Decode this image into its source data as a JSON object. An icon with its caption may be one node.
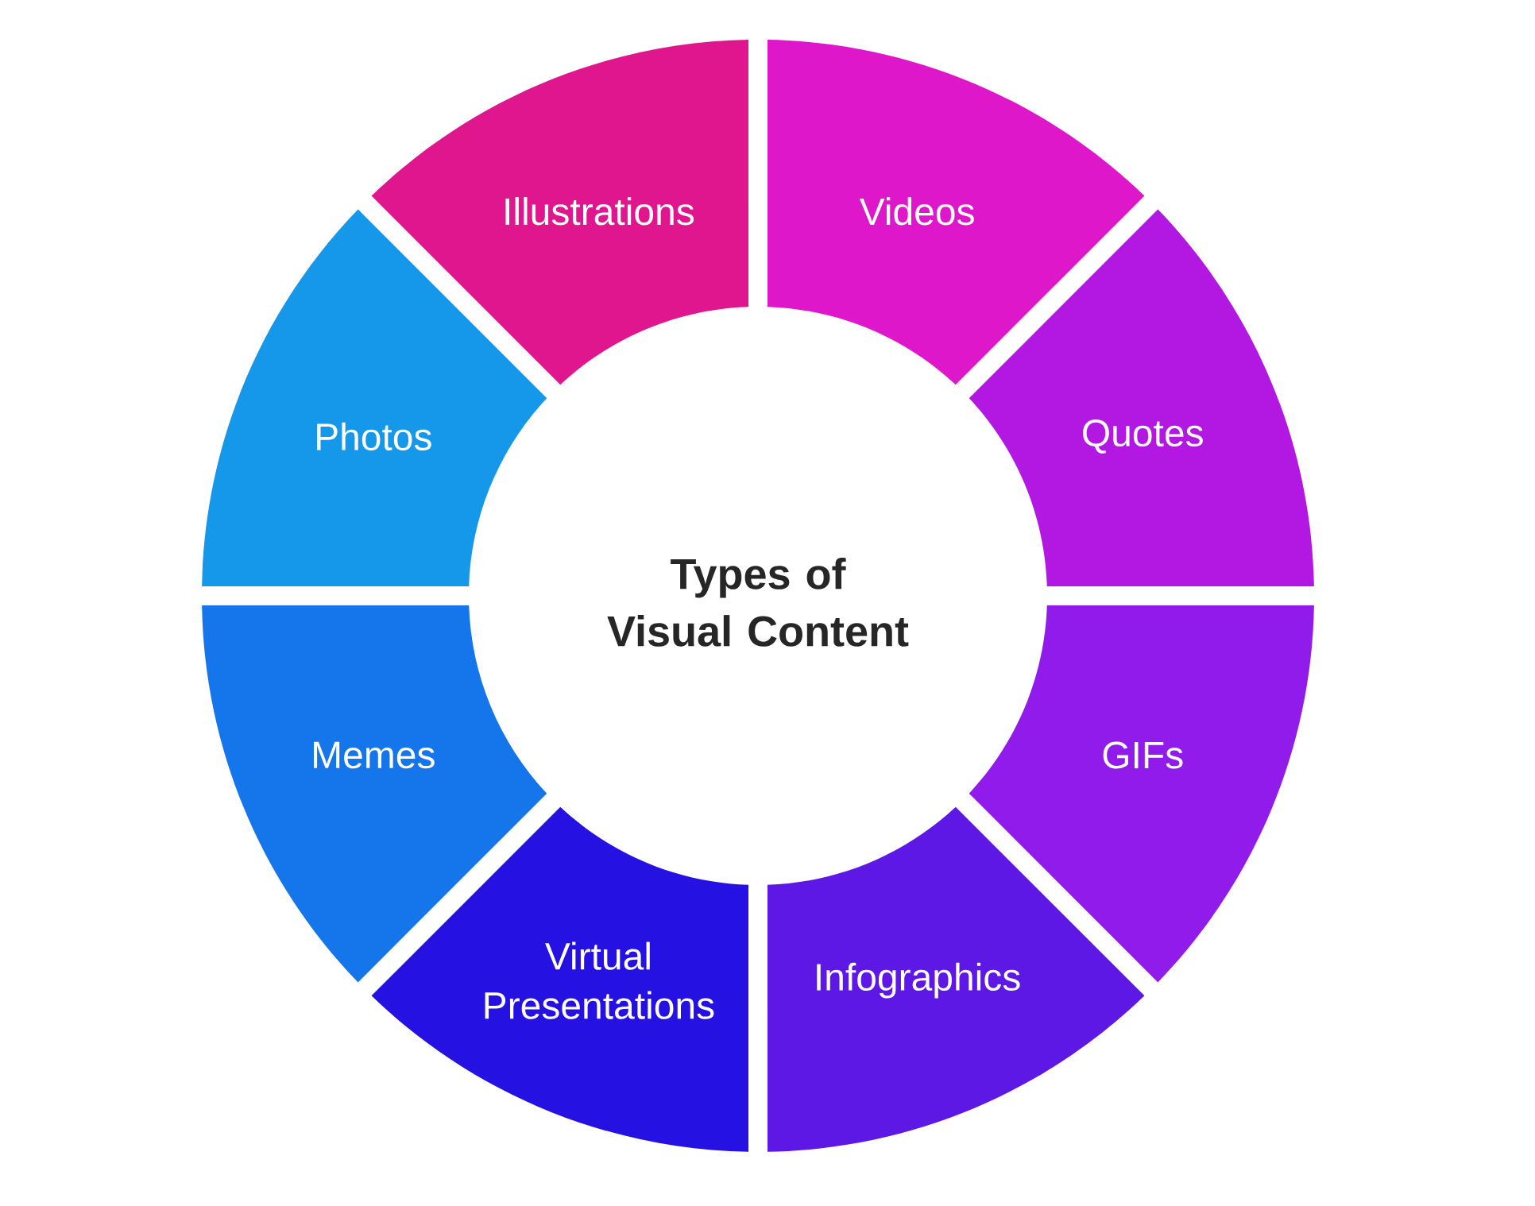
{
  "diagram": {
    "nodes": [
      {
        "text": [
          "Illustrations"
        ]
      },
      {
        "text": [
          "Videos"
        ]
      },
      {
        "text": [
          "Photos"
        ]
      },
      {
        "text": [
          "Quotes"
        ]
      },
      {
        "text": [
          "Types of Visual Content"
        ]
      },
      {
        "text": [
          "Memes"
        ]
      },
      {
        "text": [
          "GIFs"
        ]
      },
      {
        "text": [
          "Virtual Presentations"
        ]
      },
      {
        "text": [
          "Infographics"
        ]
      }
    ]
  }
}
